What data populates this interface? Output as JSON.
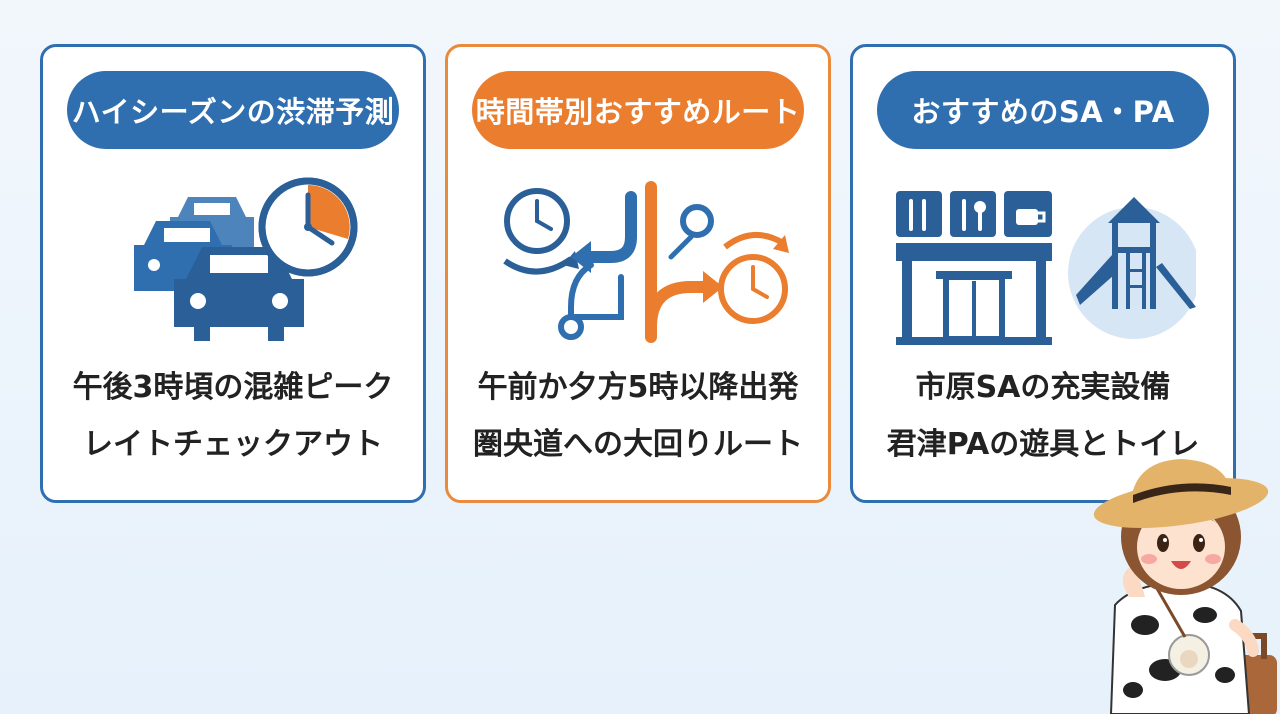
{
  "cards": [
    {
      "title": "ハイシーズンの渋滞予測",
      "lines": [
        "午後3時頃の混雑ピーク",
        "レイトチェックアウト"
      ],
      "accent": "#2f6fb0",
      "icons": [
        "car-icon",
        "clock-icon"
      ]
    },
    {
      "title": "時間帯別おすすめルート",
      "lines": [
        "午前か夕方5時以降出発",
        "圏央道への大回りルート"
      ],
      "accent": "#ea7d2e",
      "icons": [
        "route-icon",
        "clock-icon"
      ]
    },
    {
      "title": "おすすめのSA・PA",
      "lines": [
        "市原SAの充実設備",
        "君津PAの遊具とトイレ"
      ],
      "accent": "#2f6fb0",
      "icons": [
        "service-area-icon",
        "playground-icon"
      ]
    }
  ],
  "colors": {
    "blue": "#2f6fb0",
    "orange": "#ea7d2e",
    "background": "#eaf3fb"
  }
}
